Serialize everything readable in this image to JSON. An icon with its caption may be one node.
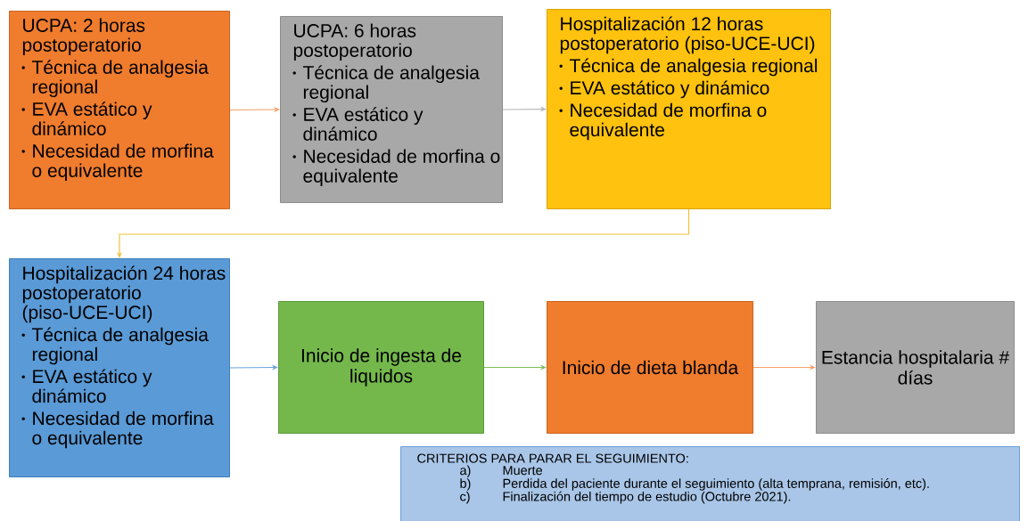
{
  "diagram": {
    "nodes": [
      {
        "text": [
          "UCPA: 2 horas postoperatorio",
          "Técnica de analgesia regional",
          "EVA estático y dinámico",
          "Necesidad de morfina o equivalente"
        ]
      },
      {
        "text": [
          "UCPA: 6 horas postoperatorio",
          "Técnica de analgesia regional",
          "EVA estático y dinámico",
          "Necesidad de morfina o equivalente"
        ]
      },
      {
        "text": [
          "Hospitalización 12 horas postoperatorio (piso-UCE-UCI)",
          "Técnica de analgesia regional",
          "EVA estático y dinámico",
          "Necesidad de morfina o equivalente"
        ]
      },
      {
        "text": [
          "Hospitalización 24 horas postoperatorio (piso-UCE-UCI)",
          "Técnica de analgesia regional",
          "EVA estático y dinámico",
          "Necesidad de morfina o equivalente"
        ]
      },
      {
        "text": [
          "Inicio de ingesta de liquidos"
        ]
      },
      {
        "text": [
          "Inicio de dieta blanda"
        ]
      },
      {
        "text": [
          "Estancia hospitalaria # días"
        ]
      },
      {
        "text": [
          "CRITERIOS PARA PARAR EL SEGUIMIENTO:",
          "a)",
          "Muerte",
          "b)",
          "Perdida del paciente durante el seguimiento (alta temprana, remisión, etc).",
          "c)",
          "Finalización del tiempo de estudio (Octubre 2021)."
        ]
      }
    ],
    "edges": [
      {
        "from": 0,
        "to": 1,
        "arrow": "to",
        "color": "#f4a06a"
      },
      {
        "from": 1,
        "to": 2,
        "arrow": "to",
        "color": "#b8b8b8"
      },
      {
        "from": 2,
        "to": 3,
        "arrow": "to",
        "color": "#f2c23a"
      },
      {
        "from": 3,
        "to": 4,
        "arrow": "to",
        "color": "#6aa3da"
      },
      {
        "from": 4,
        "to": 5,
        "arrow": "to",
        "color": "#7fbf5a"
      },
      {
        "from": 5,
        "to": 6,
        "arrow": "to",
        "color": "#f4a06a"
      }
    ]
  }
}
